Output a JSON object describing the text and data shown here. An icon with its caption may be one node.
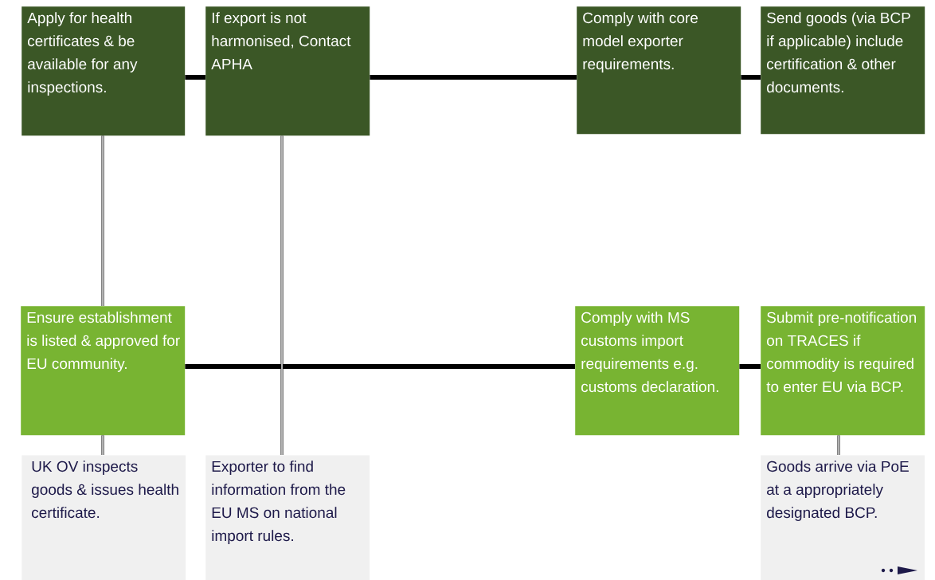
{
  "diagram": {
    "nodes": [
      {
        "text": [
          "Apply for health certificates & be available for any inspections."
        ]
      },
      {
        "text": [
          "If export is not harmonised, Contact APHA"
        ]
      },
      {
        "text": [
          "Comply with core model exporter requirements."
        ]
      },
      {
        "text": [
          "Send goods (via BCP if applicable) include certification & other documents."
        ]
      },
      {
        "text": [
          "Ensure establishment is listed & approved for EU community."
        ]
      },
      {
        "text": [
          "Comply with MS customs import requirements e.g. customs declaration."
        ]
      },
      {
        "text": [
          "Submit pre-notification on TRACES if commodity is required to enter EU via BCP."
        ]
      },
      {
        "text": [
          "UK OV inspects goods & issues health certificate."
        ]
      },
      {
        "text": [
          "Exporter to find information from the EU MS on national import rules."
        ]
      },
      {
        "text": [
          "Goods arrive via PoE at a appropriately designated BCP."
        ]
      }
    ],
    "edges": [
      {
        "from": 0,
        "to": 1,
        "arrow": "none"
      },
      {
        "from": 1,
        "to": 2,
        "arrow": "none"
      },
      {
        "from": 2,
        "to": 3,
        "arrow": "none"
      },
      {
        "from": 4,
        "to": 5,
        "arrow": "none"
      },
      {
        "from": 5,
        "to": 6,
        "arrow": "none"
      },
      {
        "from": 0,
        "to": 4,
        "arrow": "none"
      },
      {
        "from": 4,
        "to": 7,
        "arrow": "none"
      },
      {
        "from": 1,
        "to": 8,
        "arrow": "none"
      },
      {
        "from": 6,
        "to": 9,
        "arrow": "none"
      }
    ]
  }
}
